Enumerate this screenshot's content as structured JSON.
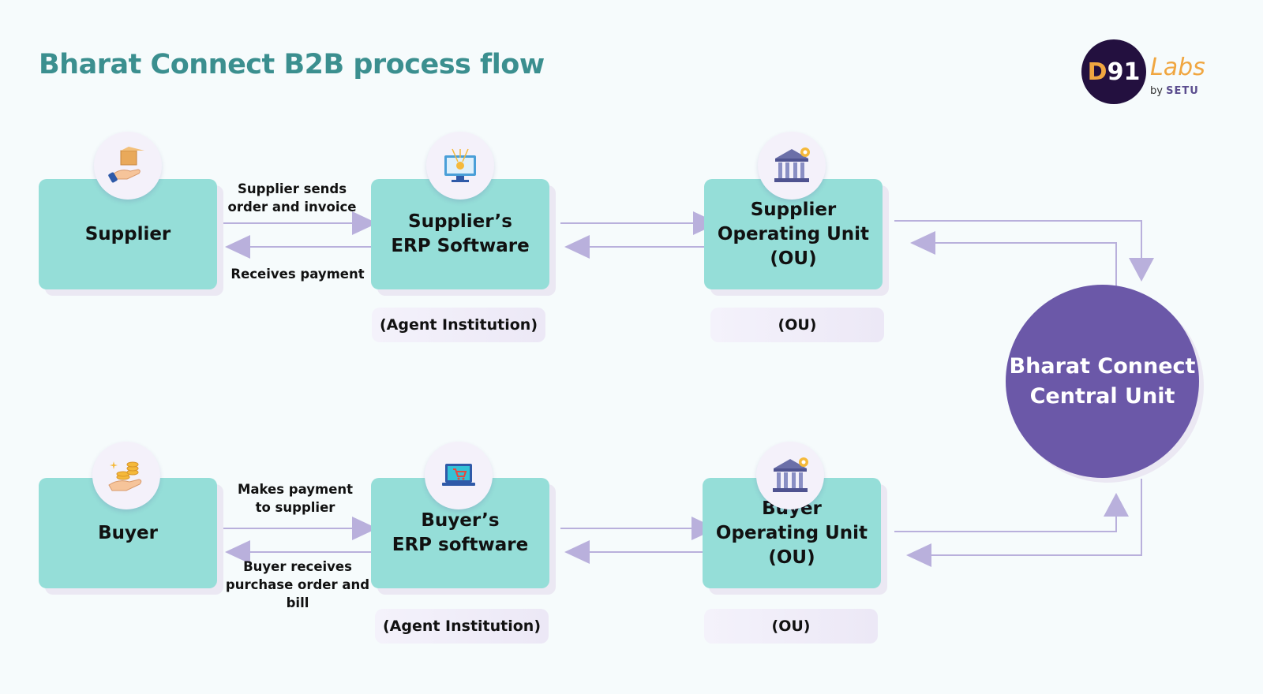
{
  "title": "Bharat Connect B2B process flow",
  "logo": {
    "d": "D",
    "num": "91",
    "labs": "Labs",
    "by": "by",
    "setu": "SETU"
  },
  "colors": {
    "box": "#95ded8",
    "arrow": "#b9b0dc",
    "central": "#6b58a8",
    "title": "#3b8f8f"
  },
  "nodes": {
    "supplier": "Supplier",
    "supplier_erp": [
      "Supplier’s",
      "ERP Software"
    ],
    "supplier_ou": [
      "Supplier",
      "Operating Unit",
      "(OU)"
    ],
    "buyer": "Buyer",
    "buyer_erp": [
      "Buyer’s",
      "ERP software"
    ],
    "buyer_ou": [
      "Buyer",
      "Operating Unit",
      "(OU)"
    ],
    "central": [
      "Bharat Connect",
      "Central Unit"
    ]
  },
  "tags": {
    "supplier_erp": "(Agent Institution)",
    "supplier_ou": "(OU)",
    "buyer_erp": "(Agent Institution)",
    "buyer_ou": "(OU)"
  },
  "edge_labels": {
    "supplier_sends": [
      "Supplier sends",
      "order and invoice"
    ],
    "receives_payment": "Receives payment",
    "makes_payment": [
      "Makes payment",
      "to supplier"
    ],
    "buyer_receives": [
      "Buyer receives",
      "purchase order and bill"
    ]
  },
  "icons": {
    "supplier": "package-hand-icon",
    "supplier_erp": "computer-network-icon",
    "supplier_ou": "bank-gear-icon",
    "buyer": "coins-hand-icon",
    "buyer_erp": "laptop-cart-icon",
    "buyer_ou": "bank-gear-icon"
  }
}
